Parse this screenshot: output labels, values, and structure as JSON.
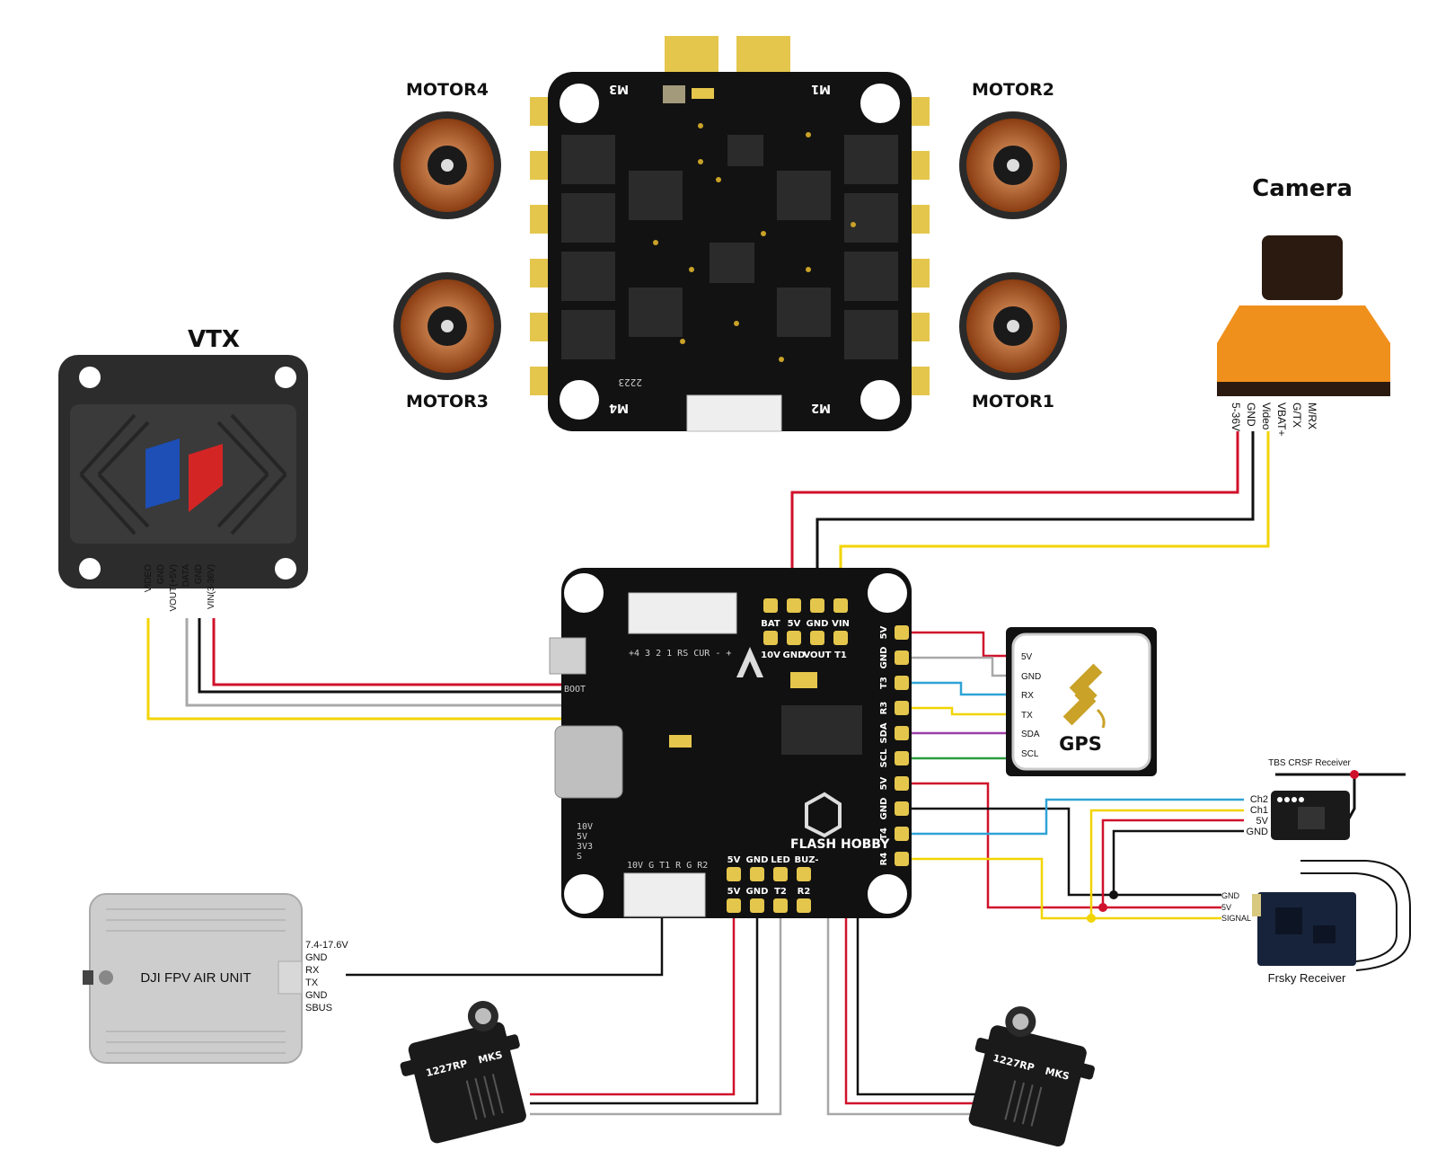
{
  "colors": {
    "red": "#d0112b",
    "black": "#111111",
    "yellow": "#f2d400",
    "gray": "#a8a8a8",
    "blue": "#2fa3d6",
    "purple": "#9b3fa6",
    "green": "#2a9d3c",
    "camera_orange": "#f0901c",
    "gps_gold": "#c9a227",
    "vtx_blue": "#1d4fb6",
    "vtx_red": "#d42525"
  },
  "motors": [
    {
      "label": "MOTOR4"
    },
    {
      "label": "MOTOR2"
    },
    {
      "label": "MOTOR3"
    },
    {
      "label": "MOTOR1"
    }
  ],
  "esc": {
    "corner_labels": [
      "M3",
      "M1",
      "M4",
      "M2"
    ],
    "silk_bottom": "2223"
  },
  "camera": {
    "title": "Camera",
    "pins": [
      "5-36V",
      "GND",
      "Video",
      "VBAT+",
      "G/TX",
      "M/RX"
    ]
  },
  "vtx": {
    "title": "VTX",
    "pins": [
      "VIDEO",
      "GND",
      "VOUT(+5V)",
      "DATA",
      "GND",
      "VIN(3-36V)"
    ]
  },
  "fc": {
    "brand": "FLASH HOBBY",
    "top_pads": [
      "BAT",
      "5V",
      "GND",
      "VIN"
    ],
    "top_pads_lower": [
      "10V",
      "GND",
      "VOUT",
      "T1"
    ],
    "right_pads": [
      "5V",
      "GND",
      "T3",
      "R3",
      "SDA",
      "SCL",
      "5V",
      "GND",
      "T4",
      "R4"
    ],
    "bottom_pads_upper": [
      "5V",
      "GND",
      "LED",
      "BUZ-"
    ],
    "bottom_pads_lower": [
      "5V",
      "GND",
      "T2",
      "R2"
    ],
    "silk_top": "+4 3 2 1 RS CUR - +",
    "silk_boot": "BOOT",
    "silk_left": [
      "10V",
      "5V",
      "3V3",
      "S"
    ],
    "silk_bottom_conn": "10V G T1 R G R2"
  },
  "gps": {
    "title": "GPS",
    "pins": [
      "5V",
      "GND",
      "RX",
      "TX",
      "SDA",
      "SCL"
    ]
  },
  "tbs": {
    "title": "TBS CRSF Receiver",
    "pins": [
      "Ch2",
      "Ch1",
      "5V",
      "GND"
    ]
  },
  "frsky": {
    "title": "Frsky Receiver",
    "pins": [
      "GND",
      "5V",
      "SIGNAL"
    ]
  },
  "dji": {
    "title": "DJI FPV AIR UNIT",
    "pins": [
      "7.4-17.6V",
      "GND",
      "RX",
      "TX",
      "GND",
      "SBUS"
    ]
  },
  "servos": [
    {
      "model": "1227RP",
      "tag": "MKS"
    },
    {
      "model": "1227RP",
      "tag": "MKS"
    }
  ]
}
